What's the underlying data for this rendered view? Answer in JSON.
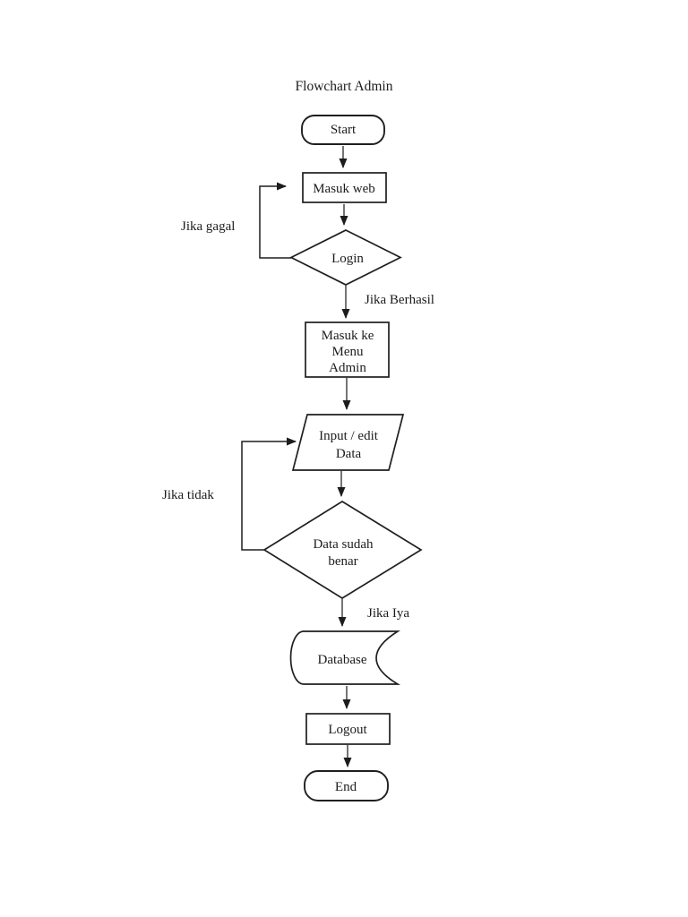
{
  "page": {
    "title": "Flowchart Admin",
    "background_color": "#ffffff",
    "line_color": "#1f1f1f",
    "text_color": "#1c1c1c"
  },
  "nodes": {
    "start": {
      "label": "Start"
    },
    "masuk_web": {
      "label": "Masuk web"
    },
    "login": {
      "label": "Login"
    },
    "menu_admin": {
      "line1": "Masuk ke",
      "line2": "Menu",
      "line3": "Admin"
    },
    "input_edit": {
      "line1": "Input / edit",
      "line2": "Data"
    },
    "data_benar": {
      "line1": "Data sudah",
      "line2": "benar"
    },
    "database": {
      "label": "Database"
    },
    "logout": {
      "label": "Logout"
    },
    "end": {
      "label": "End"
    }
  },
  "edges": {
    "jika_gagal": {
      "label": "Jika gagal"
    },
    "jika_berhasil": {
      "label": "Jika Berhasil"
    },
    "jika_tidak": {
      "label": "Jika tidak"
    },
    "jika_iya": {
      "label": "Jika Iya"
    }
  },
  "connections": [
    {
      "from": "Start",
      "to": "Masuk web",
      "label": ""
    },
    {
      "from": "Masuk web",
      "to": "Login",
      "label": ""
    },
    {
      "from": "Login",
      "to": "Masuk web",
      "label": "Jika gagal"
    },
    {
      "from": "Login",
      "to": "Masuk ke Menu Admin",
      "label": "Jika Berhasil"
    },
    {
      "from": "Masuk ke Menu Admin",
      "to": "Input / edit Data",
      "label": ""
    },
    {
      "from": "Input / edit Data",
      "to": "Data sudah benar",
      "label": ""
    },
    {
      "from": "Data sudah benar",
      "to": "Input / edit Data",
      "label": "Jika tidak"
    },
    {
      "from": "Data sudah benar",
      "to": "Database",
      "label": "Jika Iya"
    },
    {
      "from": "Database",
      "to": "Logout",
      "label": ""
    },
    {
      "from": "Logout",
      "to": "End",
      "label": ""
    }
  ]
}
